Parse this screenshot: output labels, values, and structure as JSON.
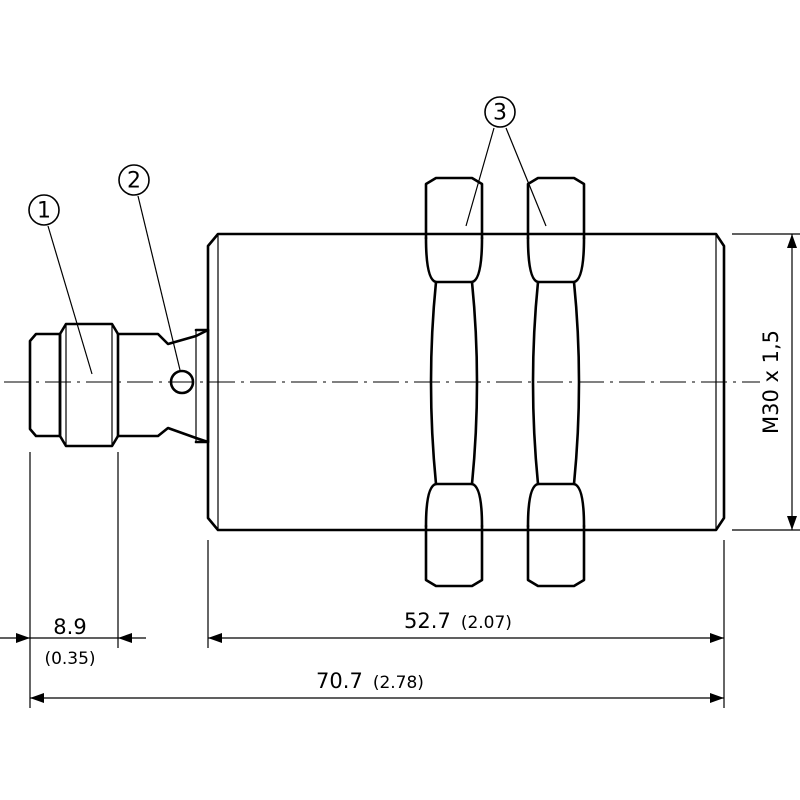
{
  "callouts": {
    "c1": "1",
    "c2": "2",
    "c3": "3"
  },
  "dimensions": {
    "connector_length": {
      "value": "8.9",
      "inch": "(0.35)"
    },
    "thread_length": {
      "value": "52.7",
      "inch": "(2.07)"
    },
    "total_length": {
      "value": "70.7",
      "inch": "(2.78)"
    },
    "thread_spec": "M30 x 1,5"
  }
}
